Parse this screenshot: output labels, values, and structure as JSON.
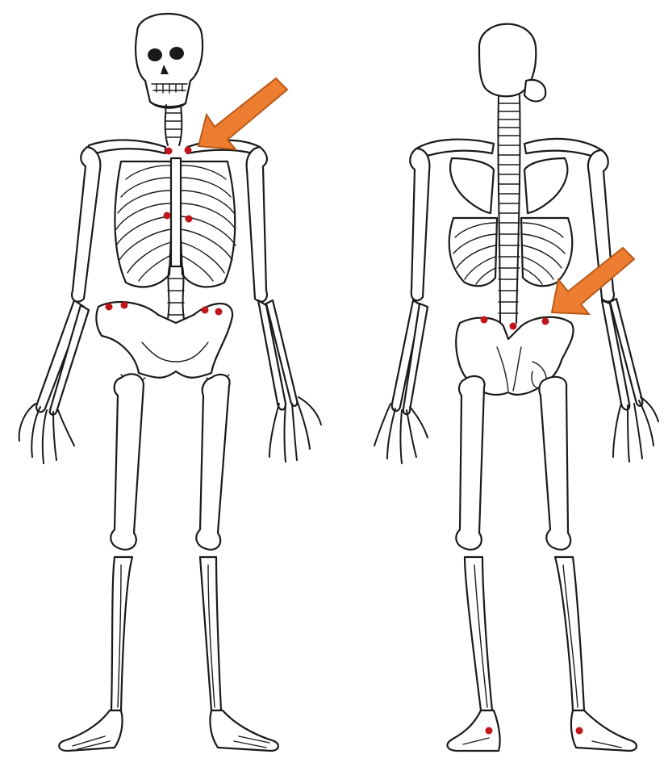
{
  "figure": {
    "views": [
      {
        "id": "anterior",
        "name": "front-skeleton"
      },
      {
        "id": "posterior",
        "name": "back-skeleton"
      }
    ],
    "marker_color": "#c0161b",
    "arrow_color": "#ed7d31",
    "line_color": "#1a1a1a",
    "background": "#ffffff",
    "icons": [
      "skeleton-front",
      "skeleton-back",
      "arrow",
      "red-dot"
    ]
  }
}
